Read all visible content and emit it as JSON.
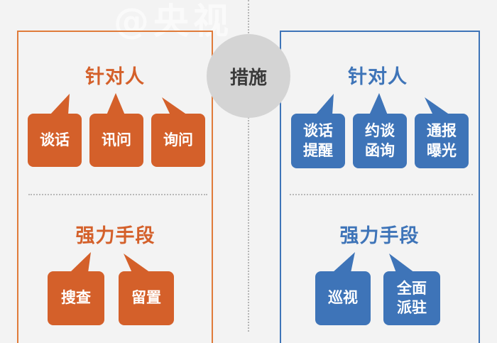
{
  "center": {
    "label": "措施"
  },
  "watermark": {
    "text": "@央视"
  },
  "left": {
    "section1": {
      "title": "针对人",
      "items": [
        "谈话",
        "讯问",
        "询问"
      ]
    },
    "section2": {
      "title": "强力手段",
      "items": [
        "搜查",
        "留置"
      ]
    }
  },
  "right": {
    "section1": {
      "title": "针对人",
      "items": [
        "谈话\n提醒",
        "约谈\n函询",
        "通报\n曝光"
      ]
    },
    "section2": {
      "title": "强力手段",
      "items": [
        "巡视",
        "全面\n派驻"
      ]
    }
  },
  "colors": {
    "orange": "#d4602a",
    "blue": "#3e74b8",
    "orange_border": "#e07b3a",
    "circle": "#d4d4d4"
  }
}
